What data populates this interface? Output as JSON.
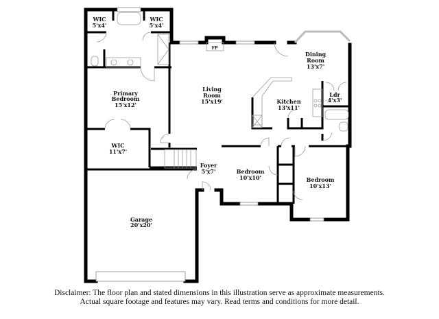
{
  "rooms": [
    {
      "name": "WIC",
      "dims": "5'x4'"
    },
    {
      "name": "WIC",
      "dims": "5'x4'"
    },
    {
      "name": "Dining Room",
      "line1": "Dining",
      "line2": "Room",
      "dims": "13'x7'"
    },
    {
      "name": "Primary Bedroom",
      "line1": "Primary",
      "line2": "Bedroom",
      "dims": "15'x12'"
    },
    {
      "name": "Living Room",
      "line1": "Living",
      "line2": "Room",
      "dims": "15'x19'"
    },
    {
      "name": "Kitchen",
      "dims": "13'x11'"
    },
    {
      "name": "Ldr",
      "dims": "4'x3'"
    },
    {
      "name": "WIC",
      "dims": "11'x7'"
    },
    {
      "name": "Foyer",
      "dims": "5'x7'"
    },
    {
      "name": "Bedroom",
      "dims": "10'x10'"
    },
    {
      "name": "Bedroom",
      "dims": "10'x13'"
    },
    {
      "name": "Garage",
      "dims": "20'x20'"
    }
  ],
  "fireplace_label": "FP",
  "disclaimer": {
    "line1": "Disclaimer: The floor plan and stated dimensions in this illustration serve as approximate measurements.",
    "line2": "Actual square footage and features may vary. Read terms and conditions for more detail."
  }
}
